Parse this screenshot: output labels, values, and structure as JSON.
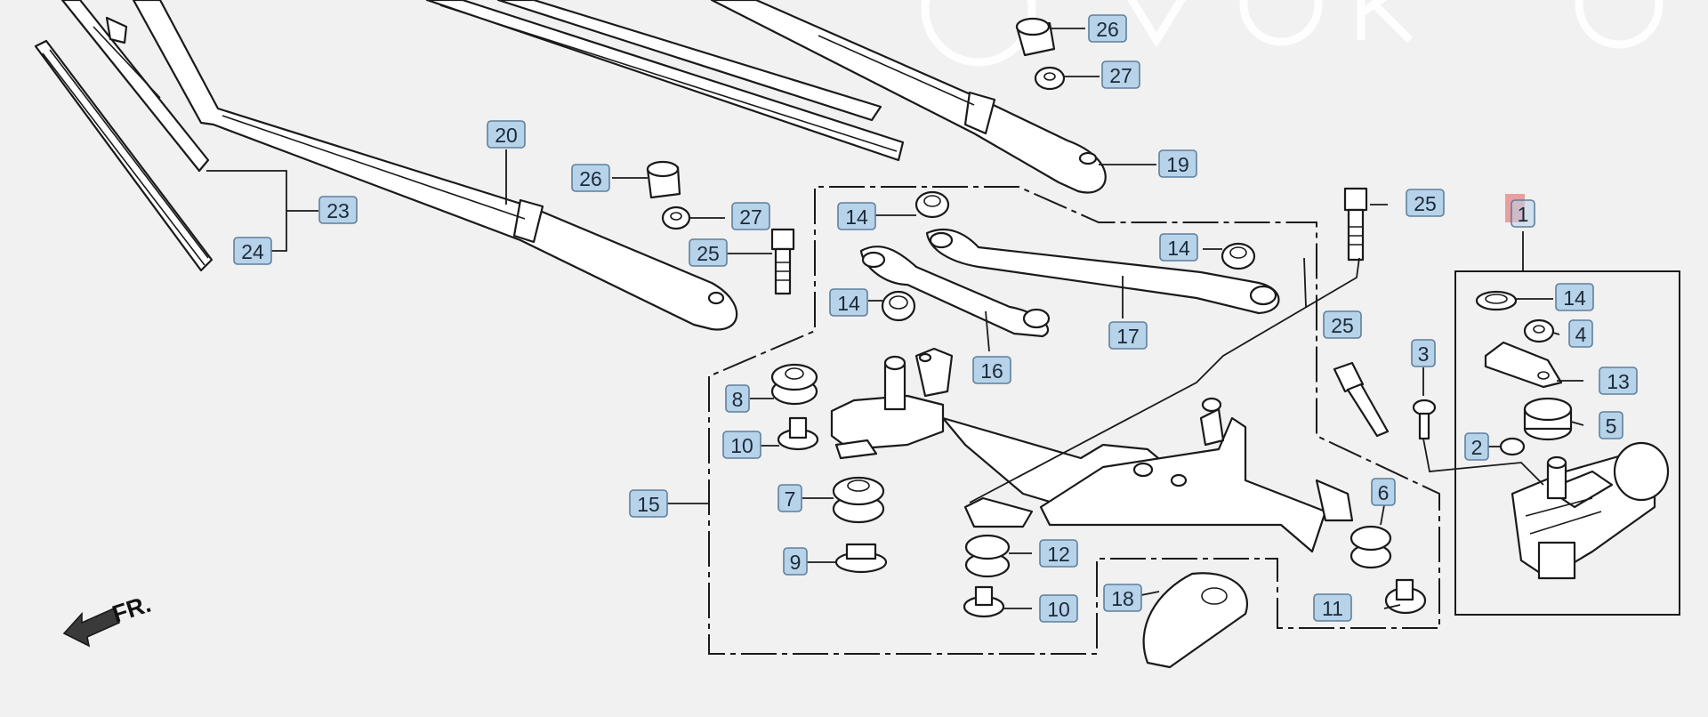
{
  "diagram": {
    "callouts": [
      {
        "id": "c26a",
        "label": "26"
      },
      {
        "id": "c27a",
        "label": "27"
      },
      {
        "id": "c19",
        "label": "19"
      },
      {
        "id": "c20",
        "label": "20"
      },
      {
        "id": "c26b",
        "label": "26"
      },
      {
        "id": "c27b",
        "label": "27"
      },
      {
        "id": "c23",
        "label": "23"
      },
      {
        "id": "c24",
        "label": "24"
      },
      {
        "id": "c25a",
        "label": "25"
      },
      {
        "id": "c14a",
        "label": "14"
      },
      {
        "id": "c14b",
        "label": "14"
      },
      {
        "id": "c14c",
        "label": "14"
      },
      {
        "id": "c16",
        "label": "16"
      },
      {
        "id": "c17",
        "label": "17"
      },
      {
        "id": "c25b",
        "label": "25"
      },
      {
        "id": "c25c",
        "label": "25"
      },
      {
        "id": "c8",
        "label": "8"
      },
      {
        "id": "c10a",
        "label": "10"
      },
      {
        "id": "c15",
        "label": "15"
      },
      {
        "id": "c7",
        "label": "7"
      },
      {
        "id": "c9",
        "label": "9"
      },
      {
        "id": "c12",
        "label": "12"
      },
      {
        "id": "c10b",
        "label": "10"
      },
      {
        "id": "c18",
        "label": "18"
      },
      {
        "id": "c3",
        "label": "3"
      },
      {
        "id": "c6",
        "label": "6"
      },
      {
        "id": "c11",
        "label": "11"
      },
      {
        "id": "c1",
        "label": "1"
      },
      {
        "id": "c14d",
        "label": "14"
      },
      {
        "id": "c4",
        "label": "4"
      },
      {
        "id": "c13",
        "label": "13"
      },
      {
        "id": "c5",
        "label": "5"
      },
      {
        "id": "c2",
        "label": "2"
      }
    ],
    "front_indicator": "FR.",
    "colors": {
      "background": "#f1f1f1",
      "callout_fill": "#b7d3ea",
      "callout_border": "#5f7f9c",
      "highlight": "#e88a8a"
    }
  }
}
